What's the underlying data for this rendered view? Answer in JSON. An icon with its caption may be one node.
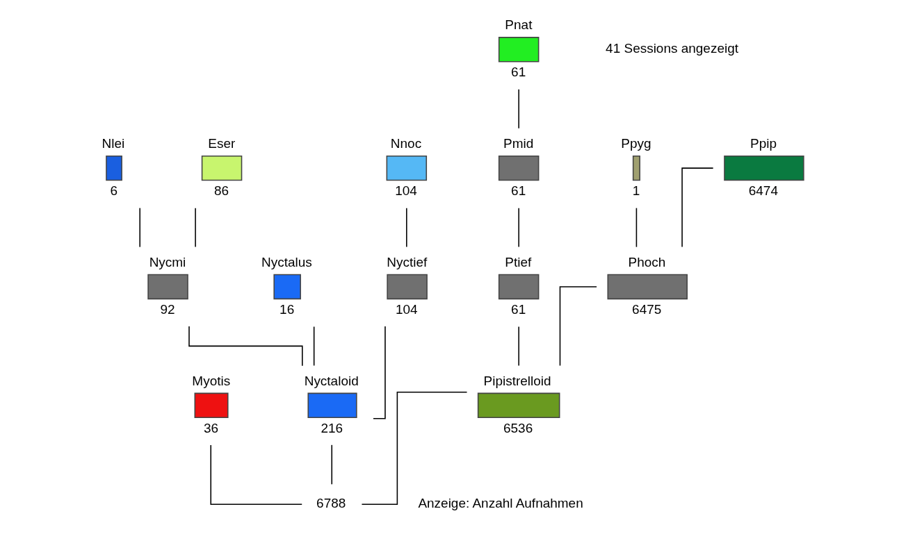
{
  "diagram": {
    "nodes": [
      {
        "text": [
          "Pnat",
          "61"
        ]
      },
      {
        "text": [
          "Nlei",
          "6"
        ]
      },
      {
        "text": [
          "Eser",
          "86"
        ]
      },
      {
        "text": [
          "Nnoc",
          "104"
        ]
      },
      {
        "text": [
          "Pmid",
          "61"
        ]
      },
      {
        "text": [
          "Ppyg",
          "1"
        ]
      },
      {
        "text": [
          "Ppip",
          "6474"
        ]
      },
      {
        "text": [
          "Nycmi",
          "92"
        ]
      },
      {
        "text": [
          "Nyctalus",
          "16"
        ]
      },
      {
        "text": [
          "Nyctief",
          "104"
        ]
      },
      {
        "text": [
          "Ptief",
          "61"
        ]
      },
      {
        "text": [
          "Phoch",
          "6475"
        ]
      },
      {
        "text": [
          "Myotis",
          "36"
        ]
      },
      {
        "text": [
          "Nyctaloid",
          "216"
        ]
      },
      {
        "text": [
          "Pipistrelloid",
          "6536"
        ]
      },
      {
        "text": [
          "6788"
        ]
      }
    ],
    "edges": [
      {
        "from": 15,
        "to": 12,
        "arrow": "none"
      },
      {
        "from": 15,
        "to": 13,
        "arrow": "none"
      },
      {
        "from": 15,
        "to": 14,
        "arrow": "none"
      },
      {
        "from": 13,
        "to": 7,
        "arrow": "none"
      },
      {
        "from": 13,
        "to": 8,
        "arrow": "none"
      },
      {
        "from": 13,
        "to": 9,
        "arrow": "none"
      },
      {
        "from": 14,
        "to": 10,
        "arrow": "none"
      },
      {
        "from": 14,
        "to": 11,
        "arrow": "none"
      },
      {
        "from": 7,
        "to": 1,
        "arrow": "none"
      },
      {
        "from": 7,
        "to": 2,
        "arrow": "none"
      },
      {
        "from": 9,
        "to": 3,
        "arrow": "none"
      },
      {
        "from": 10,
        "to": 4,
        "arrow": "none"
      },
      {
        "from": 4,
        "to": 0,
        "arrow": "none"
      },
      {
        "from": 11,
        "to": 5,
        "arrow": "none"
      },
      {
        "from": 11,
        "to": 6,
        "arrow": "none"
      }
    ],
    "labels": [
      "41 Sessions angezeigt",
      "Anzeige: Anzahl Aufnahmen"
    ]
  }
}
